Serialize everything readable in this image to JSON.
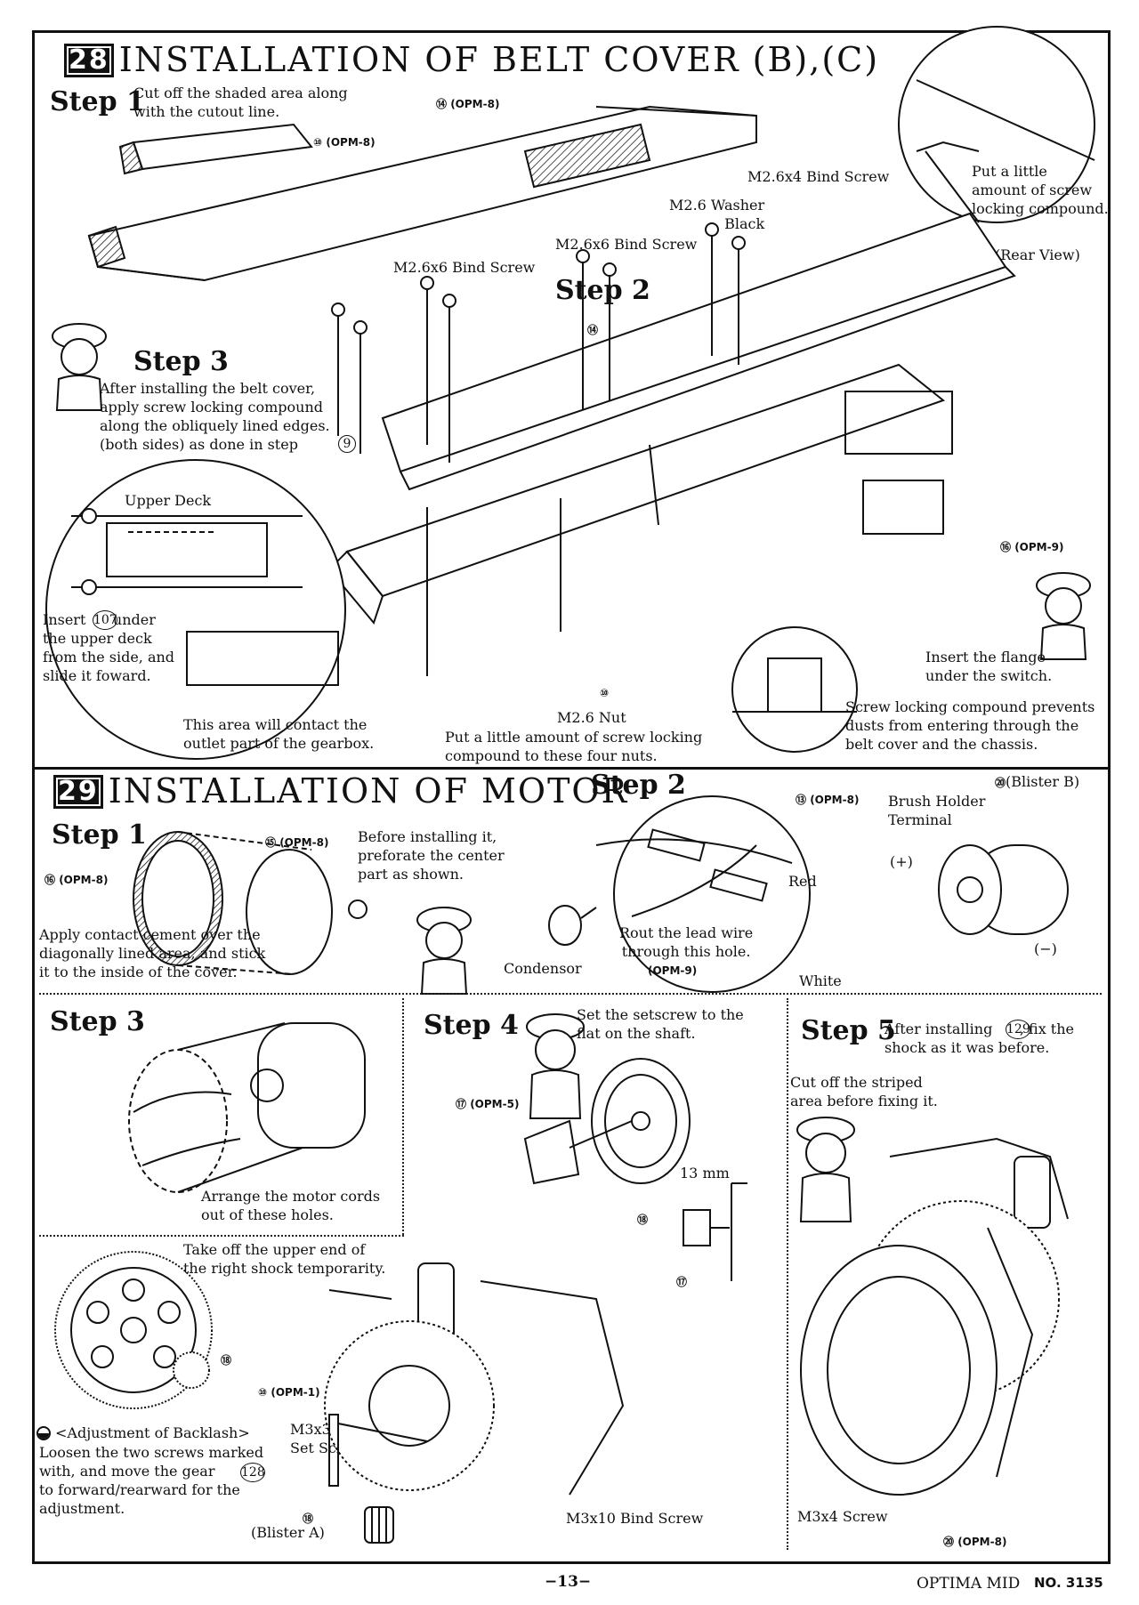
{
  "section28": {
    "number": "28",
    "title": "INSTALLATION OF BELT COVER (B),(C)",
    "step1": {
      "label": "Step 1",
      "text": "Cut off the shaded area along\nwith the cutout line."
    },
    "ref_104_top": "(OPM-8)",
    "ref_107": "(OPM-8)",
    "rear_callout": "Put a little\namount of screw\nlocking compound.",
    "rear_view": "(Rear View)",
    "m26x4": "M2.6x4 Bind Screw",
    "m26_washer": "M2.6 Washer\nBlack",
    "m26x6_a": "M2.6x6 Bind Screw",
    "m26x6_b": "M2.6x6 Bind Screw",
    "step2_label": "Step 2",
    "step3": {
      "label": "Step 3",
      "text": "After installing the belt cover,\napply screw locking compound\nalong the obliquely lined edges.\n(both sides) as done in step"
    },
    "step3_ref": "9",
    "upper_deck": "Upper Deck",
    "insert_text": "Insert      under\nthe upper deck\nfrom the side, and\nslide it foward.",
    "insert_ref": "107",
    "ref_106": "(OPM-9)",
    "flange": "Insert the flange\nunder the switch.",
    "contact_area": "This area will contact the\noutlet part of the gearbox.",
    "nut_label": "M2.6 Nut",
    "nut_text": "Put a little amount of screw locking\ncompound to these four nuts.",
    "dust_text": "Screw locking compound prevents\ndusts from entering through the\nbelt cover and the chassis."
  },
  "section29": {
    "number": "29",
    "title": "INSTALLATION OF MOTOR",
    "step1": {
      "label": "Step 1",
      "ref_125": "(OPM-8)",
      "ref_126": "(OPM-8)",
      "text_right": "Before installing it,\npreforate the center\npart as shown.",
      "text_left": "Apply contact cement over the\ndiagonally lined area, and stick\nit to the inside of the cover."
    },
    "step2": {
      "label": "Step 2",
      "ref_blister": "(Blister B)",
      "ref_113": "(OPM-8)",
      "brush": "Brush Holder\nTerminal",
      "plus": "(+)",
      "minus": "(−)",
      "red": "Red",
      "white": "White",
      "rout": "Rout the lead wire\nthrough this hole.",
      "rout_ref": "(OPM-9)",
      "condensor": "Condensor"
    },
    "step3": {
      "label": "Step 3",
      "text": "Arrange the motor cords\nout of these holes."
    },
    "step4": {
      "label": "Step 4",
      "text": "Set the setscrew to the\nflat on the shaft.",
      "ref_127": "(OPM-5)",
      "dim": "13 mm"
    },
    "step5": {
      "label": "Step 5",
      "text": "After installing      , fix the\nshock as it was before.",
      "ref": "129",
      "cut": "Cut off the striped\narea before fixing it.",
      "m3x4": "M3x4 Screw",
      "ref_bottom": "(OPM-8)"
    },
    "shock": "Take off the upper end of\nthe right shock temporarity.",
    "ref_opm1": "(OPM-1)",
    "m3x3": "M3x3\nSet Screw",
    "backlash_title": "<Adjustment of Backlash>",
    "backlash_text": "Loosen the two screws marked\nwith, and move the gear      \nto forward/rearward for the\nadjustment.",
    "backlash_ref": "128",
    "m3x10": "M3x10 Bind Screw",
    "blister_a": "(Blister A)"
  },
  "footer": {
    "page": "−13−",
    "model": "OPTIMA MID",
    "no": "NO. 3135"
  }
}
